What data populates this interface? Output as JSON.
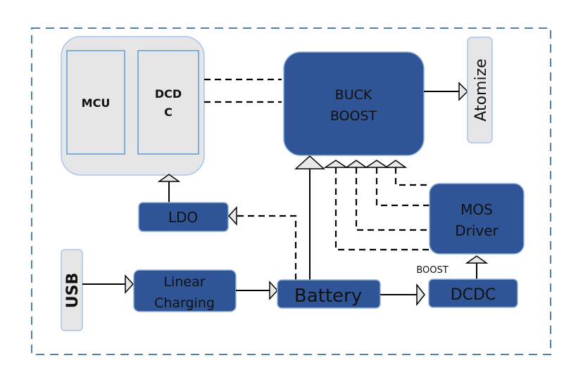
{
  "colors": {
    "block_fill": "#2f5597",
    "block_stroke": "#8fb0e0",
    "gray_fill": "#e6e6e6",
    "gray_stroke": "#a9c4ea",
    "inner_stroke": "#5b9bd5",
    "outer_dash": "#4f7fb0",
    "line": "#000000",
    "arrow_fill": "#e8e8e8"
  },
  "blocks": {
    "mcu": "MCU",
    "dcdc_top_line1": "DCD",
    "dcdc_top_line2": "C",
    "buck_boost_line1": "BUCK",
    "buck_boost_line2": "BOOST",
    "atomize": "Atomize",
    "ldo": "LDO",
    "mos_driver_line1": "MOS",
    "mos_driver_line2": "Driver",
    "usb": "USB",
    "linear_charging_line1": "Linear",
    "linear_charging_line2": "Charging",
    "battery": "Battery",
    "dcdc_bottom": "DCDC",
    "boost_label": "BOOST"
  },
  "connections": [
    {
      "from": "MCU/DCDC group",
      "to": "BUCK BOOST",
      "style": "dashed",
      "count": 2
    },
    {
      "from": "BUCK BOOST",
      "to": "Atomize",
      "style": "solid"
    },
    {
      "from": "LDO",
      "to": "MCU/DCDC group",
      "style": "solid"
    },
    {
      "from": "Battery",
      "to": "LDO",
      "style": "dashed"
    },
    {
      "from": "Battery",
      "to": "BUCK BOOST",
      "style": "solid"
    },
    {
      "from": "MOS Driver",
      "to": "BUCK BOOST",
      "style": "dashed",
      "count": 4
    },
    {
      "from": "USB",
      "to": "Linear Charging",
      "style": "solid"
    },
    {
      "from": "Linear Charging",
      "to": "Battery",
      "style": "solid"
    },
    {
      "from": "Battery",
      "to": "DCDC",
      "style": "solid"
    },
    {
      "from": "DCDC",
      "to": "MOS Driver",
      "style": "solid"
    }
  ]
}
